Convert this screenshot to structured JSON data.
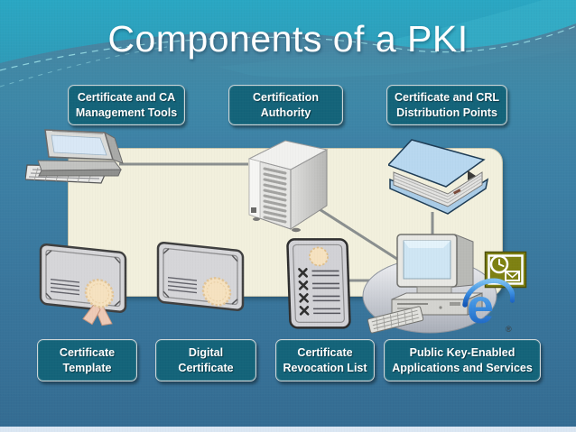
{
  "slide": {
    "title": "Components of a PKI",
    "top_labels": [
      {
        "line1": "Certificate and CA",
        "line2": "Management Tools"
      },
      {
        "line1": "Certification",
        "line2": "Authority"
      },
      {
        "line1": "Certificate and CRL",
        "line2": "Distribution Points"
      }
    ],
    "bottom_labels": [
      {
        "line1": "Certificate",
        "line2": "Template"
      },
      {
        "line1": "Digital",
        "line2": "Certificate"
      },
      {
        "line1": "Certificate",
        "line2": "Revocation List"
      },
      {
        "line1": "Public Key-Enabled",
        "line2": "Applications and Services"
      }
    ],
    "icons": {
      "laptop": "laptop-computer-clipart",
      "server": "certification-authority-server-clipart",
      "book": "distribution-points-book-clipart",
      "certificate_template": "certificate-with-ribbon-clipart",
      "digital_certificate": "certificate-clipart",
      "revocation_list": "document-with-x-marks-clipart",
      "desktop": "desktop-computer-on-platform-clipart",
      "outlook": "outlook-application-icon",
      "internet_explorer": "internet-explorer-e-logo"
    },
    "ie_letter": "e",
    "ie_registered": "®",
    "connections": [
      {
        "from": "laptop-computer",
        "to": "ca-server"
      },
      {
        "from": "ca-server",
        "to": "desktop-computer"
      },
      {
        "from": "distribution-book",
        "to": "desktop-computer"
      },
      {
        "from": "revocation-list-document",
        "to": "desktop-computer"
      }
    ],
    "colors": {
      "label_teal": "#14647a",
      "panel_cream": "#f2f0dd",
      "background_blue": "#3b7aa0",
      "wave_cyan": "#2fa9c2",
      "connector_gray": "#8a8f8f",
      "outlook_olive": "#7e8112",
      "ie_blue": "#2a72cf"
    }
  }
}
